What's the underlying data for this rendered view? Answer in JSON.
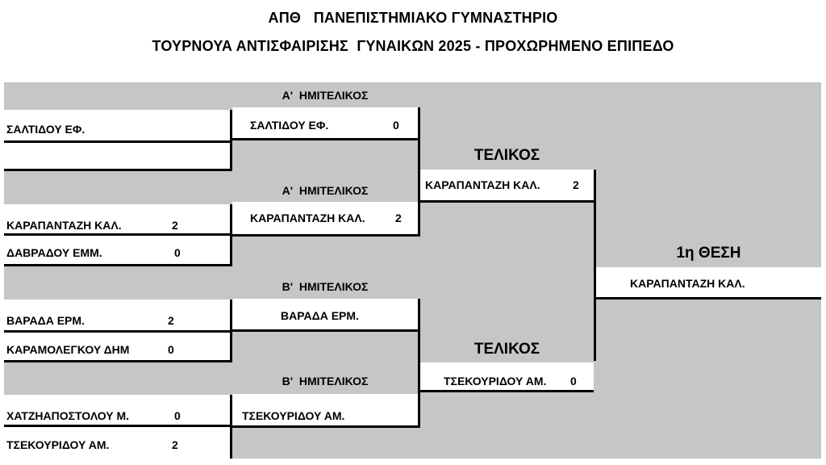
{
  "header": {
    "line1": "ΑΠΘ   ΠΑΝΕΠΙΣΤΗΜΙΑΚΟ ΓΥΜΝΑΣΤΗΡΙΟ",
    "line2": "ΤΟΥΡΝΟΥΑ ΑΝΤΙΣΦΑΙΡΙΣΗΣ  ΓΥΝΑΙΚΩΝ 2025 - ΠΡΟΧΩΡΗΜΕΝΟ ΕΠΙΠΕΔΟ"
  },
  "round1": [
    {
      "player": "ΣΑΛΤΙΔΟΥ ΕΦ.",
      "score": ""
    },
    {
      "player": "",
      "score": ""
    },
    {
      "player": "ΚΑΡΑΠΑΝΤΑΖΗ ΚΑΛ.",
      "score": "2"
    },
    {
      "player": "ΔΑΒΡΑΔΟΥ ΕΜΜ.",
      "score": "0"
    },
    {
      "player": "ΒΑΡΑΔΑ ΕΡΜ.",
      "score": "2"
    },
    {
      "player": "ΚΑΡΑΜΟΛΕΓΚΟΥ ΔΗΜ",
      "score": "0"
    },
    {
      "player": "ΧΑΤΖΗΑΠΟΣΤΟΛΟΥ Μ.",
      "score": "0"
    },
    {
      "player": "ΤΣΕΚΟΥΡΙΔΟΥ ΑΜ.",
      "score": "2"
    }
  ],
  "semifinals": [
    {
      "label": "Α'  ΗΜΙΤΕΛΙΚΟΣ",
      "player": "ΣΑΛΤΙΔΟΥ ΕΦ.",
      "score": "0"
    },
    {
      "label": "Α'  ΗΜΙΤΕΛΙΚΟΣ",
      "player": "ΚΑΡΑΠΑΝΤΑΖΗ ΚΑΛ.",
      "score": "2"
    },
    {
      "label": "Β'  ΗΜΙΤΕΛΙΚΟΣ",
      "player": "ΒΑΡΑΔΑ ΕΡΜ.",
      "score": ""
    },
    {
      "label": "Β'  ΗΜΙΤΕΛΙΚΟΣ",
      "player": "ΤΣΕΚΟΥΡΙΔΟΥ ΑΜ.",
      "score": ""
    }
  ],
  "finals": [
    {
      "label": "ΤΕΛΙΚΟΣ",
      "player": "ΚΑΡΑΠΑΝΤΑΖΗ ΚΑΛ.",
      "score": "2"
    },
    {
      "label": "ΤΕΛΙΚΟΣ",
      "player": "ΤΣΕΚΟΥΡΙΔΟΥ ΑΜ.",
      "score": "0"
    }
  ],
  "winner": {
    "label": "1η ΘΕΣΗ",
    "player": "ΚΑΡΑΠΑΝΤΑΖΗ ΚΑΛ."
  }
}
